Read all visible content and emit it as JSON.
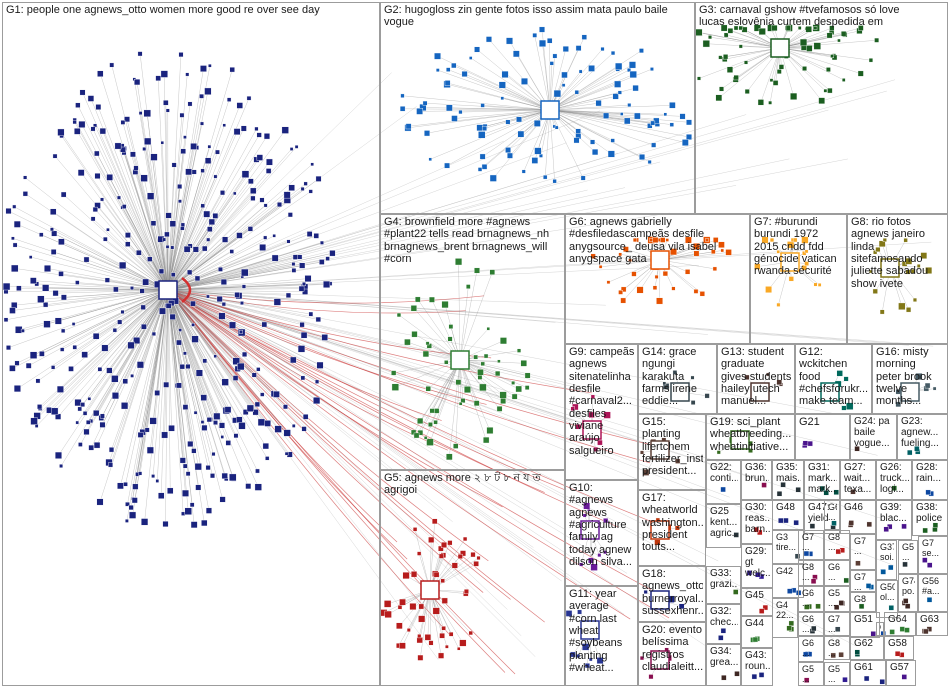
{
  "groups": [
    {
      "id": "G1",
      "label": "G1: people one agnews_otto women more good re over see day",
      "color": "#1a237e"
    },
    {
      "id": "G2",
      "label": "G2: hugogloss zin gente fotos isso assim mata paulo baile\nvogue",
      "color": "#1565c0"
    },
    {
      "id": "G3",
      "label": "G3: carnaval gshow #tvefamosos só love\nlucas eslovênia curtem despedida em",
      "color": "#1b5e20"
    },
    {
      "id": "G4",
      "label": "G4: brownfield more #agnews\n#plant22 tells read brnagnews_nh\nbrnagnews_brent brnagnews_will\n#corn",
      "color": "#2e7d32"
    },
    {
      "id": "G5",
      "label": "G5: agnews more ২ ৮ ট ৮ ন য ত\nagrigoi",
      "color": "#b71c1c"
    },
    {
      "id": "G6",
      "label": "G6: agnews gabrielly\n#desfiledascampeãs desfile\nanygsource_ deusa vila isabel\nanygspace gata",
      "color": "#e65100"
    },
    {
      "id": "G7",
      "label": "G7: #burundi\nburundi 1972\n2015 cndd fdd\ngénocide vatican\nrwanda sécurité",
      "color": "#f9a825"
    },
    {
      "id": "G8",
      "label": "G8: rio fotos\nagnews janeiro\nlinda\nsitefamosando\njuliette sabadou\nshow ivete",
      "color": "#827717"
    },
    {
      "id": "G9",
      "label": "G9: campeãs\nagnews\nsitenatelinha\ndesfile\n#carnaval2...\ndesfiles\nviviane\naraújo\nsalgueiro",
      "color": "#ad1457"
    },
    {
      "id": "G10",
      "label": "G10:\n#agnews\nagnews\n#agriculture\nfamily ag\ntoday agnew\ndilson silva...",
      "color": "#6a1b9a"
    },
    {
      "id": "G11",
      "label": "G11: year\naverage\n#corn last\nwheat\n#soybeans\nplanting\n#wheat...",
      "color": "#283593"
    },
    {
      "id": "G12",
      "label": "G12:\nwckitchen\nfood\n#chefsforukr...\nmake team...",
      "color": "#00695c"
    },
    {
      "id": "G13",
      "label": "G13: student\ngraduate\ngives students\nhailey utech\nmanuel...",
      "color": "#4e342e"
    },
    {
      "id": "G14",
      "label": "G14: grace\nngungi\nkarakuta\nfarms irene\neddie...",
      "color": "#37474f"
    },
    {
      "id": "G15",
      "label": "G15:\nplanting\nlifertchem\nfertilizer_inst\npresident...",
      "color": "#5d4037"
    },
    {
      "id": "G16",
      "label": "G16: misty\nmorning\npeter brook\ntwelve\nmonths...",
      "color": "#455a64"
    },
    {
      "id": "G17",
      "label": "G17:\nwheatworld\nwashington...\npresident\ntouts...",
      "color": "#bf360c"
    },
    {
      "id": "G18",
      "label": "G18:\nagnews_otto\nburnerroyal...\nsussexhenr...",
      "color": "#1a237e"
    },
    {
      "id": "G19",
      "label": "G19: sci_plant\nwheatbreeding...\nwheatinitiative...",
      "color": "#33691e"
    },
    {
      "id": "G20",
      "label": "G20: evento\nbelíssima\nregistros\nclaudialeitt...",
      "color": "#880e4f"
    },
    {
      "id": "G21",
      "label": "G21",
      "color": "#4a148c"
    },
    {
      "id": "G22",
      "label": "G22:\nconti...",
      "color": "#0d47a1"
    },
    {
      "id": "G23",
      "label": "G23:\nagnew...\nfueling...",
      "color": "#006064"
    },
    {
      "id": "G24",
      "label": "G24: pa\nbaile\nvogue...",
      "color": "#3e2723"
    },
    {
      "id": "G25",
      "label": "G25\nkent...\nagric...",
      "color": "#263238"
    },
    {
      "id": "G26",
      "label": "G26:\ntruck...\nlogi...",
      "color": "#1b5e20"
    },
    {
      "id": "G27",
      "label": "G27:\nwait...\ntexa...",
      "color": "#4e342e"
    },
    {
      "id": "G28",
      "label": "G28:\nrain...",
      "color": "#0d47a1"
    },
    {
      "id": "G29",
      "label": "G29:\ngt\nwelc...",
      "color": "#311b92"
    },
    {
      "id": "G30",
      "label": "G30:\nreas...\nbarn...",
      "color": "#b71c1c"
    },
    {
      "id": "G31",
      "label": "G31:\nmark...\nmark...",
      "color": "#004d40"
    },
    {
      "id": "G32",
      "label": "G32:\nchec...",
      "color": "#1a237e"
    },
    {
      "id": "G33",
      "label": "G33:\ngrazi...",
      "color": "#33691e"
    },
    {
      "id": "G34",
      "label": "G34:\ngrea...",
      "color": "#3e2723"
    },
    {
      "id": "G35",
      "label": "G35:\nmais...",
      "color": "#263238"
    },
    {
      "id": "G36",
      "label": "G36:\nbrun...",
      "color": "#880e4f"
    },
    {
      "id": "G37",
      "label": "G37\nsoi...",
      "color": "#01579b"
    },
    {
      "id": "G38",
      "label": "G38:\npolice",
      "color": "#1b5e20"
    },
    {
      "id": "G39",
      "label": "G39:\nblac...",
      "color": "#4a148c"
    },
    {
      "id": "G40",
      "label": "G7\n...",
      "color": "#5d4037"
    },
    {
      "id": "G41",
      "label": "G3\ntire...",
      "color": "#37474f"
    },
    {
      "id": "G42",
      "label": "G42",
      "color": "#0d47a1"
    },
    {
      "id": "G43",
      "label": "G43:\nroun...",
      "color": "#1a237e"
    },
    {
      "id": "G44",
      "label": "G44",
      "color": "#2e7d32"
    },
    {
      "id": "G45",
      "label": "G45",
      "color": "#b71c1c"
    },
    {
      "id": "G46",
      "label": "G46",
      "color": "#4e342e"
    },
    {
      "id": "G47",
      "label": "G47:\nyield",
      "color": "#263238"
    },
    {
      "id": "G48",
      "label": "G48",
      "color": "#1a237e"
    },
    {
      "id": "G49",
      "label": "G4\n22...",
      "color": "#33691e"
    },
    {
      "id": "G50",
      "label": "G50\nol...",
      "color": "#006064"
    },
    {
      "id": "G51",
      "label": "G51",
      "color": "#4a148c"
    },
    {
      "id": "G52",
      "label": "G7\n...",
      "color": "#0d47a1"
    },
    {
      "id": "G53",
      "label": "G8\n...",
      "color": "#880e4f"
    },
    {
      "id": "G54",
      "label": "G6\n...",
      "color": "#1b5e20"
    },
    {
      "id": "G55",
      "label": "G5\n...",
      "color": "#3e2723"
    },
    {
      "id": "G56",
      "label": "G56\n#a...",
      "color": "#01579b"
    },
    {
      "id": "G57",
      "label": "G57",
      "color": "#4a148c"
    },
    {
      "id": "G58",
      "label": "G58",
      "color": "#b71c1c"
    },
    {
      "id": "G59",
      "label": "G6\n...",
      "color": "#33691e"
    },
    {
      "id": "G60",
      "label": "G6\n...",
      "color": "#263238"
    },
    {
      "id": "G61",
      "label": "G61",
      "color": "#1a237e"
    },
    {
      "id": "G62",
      "label": "G62",
      "color": "#004d40"
    },
    {
      "id": "G63",
      "label": "G63",
      "color": "#4e342e"
    },
    {
      "id": "G64",
      "label": "G64",
      "color": "#2e7d32"
    },
    {
      "id": "G65",
      "label": "G6\n...",
      "color": "#0d47a1"
    },
    {
      "id": "G66",
      "label": "G5\n...",
      "color": "#880e4f"
    },
    {
      "id": "G67",
      "label": "G7\n...",
      "color": "#37474f"
    },
    {
      "id": "G68",
      "label": "G8\n...",
      "color": "#5d4037"
    },
    {
      "id": "G69",
      "label": "G7\n...",
      "color": "#01579b"
    },
    {
      "id": "G70",
      "label": "G5\n...",
      "color": "#311b92"
    },
    {
      "id": "G71",
      "label": "G8\n...",
      "color": "#b71c1c"
    },
    {
      "id": "G72",
      "label": "G8\n...",
      "color": "#1b5e20"
    },
    {
      "id": "G73",
      "label": "G6\n...",
      "color": "#006064"
    },
    {
      "id": "G74",
      "label": "G74\npo...",
      "color": "#3e2723"
    },
    {
      "id": "G75",
      "label": "G7\nse...",
      "color": "#4a148c"
    },
    {
      "id": "G76",
      "label": "G5\n...",
      "color": "#263238"
    },
    {
      "id": "G77",
      "label": "G6\n...",
      "color": "#0d47a1"
    }
  ],
  "colors": {
    "edge": "#b3b3b3",
    "edge_strong": "#c62828",
    "panel_border": "#9c9c9c"
  }
}
